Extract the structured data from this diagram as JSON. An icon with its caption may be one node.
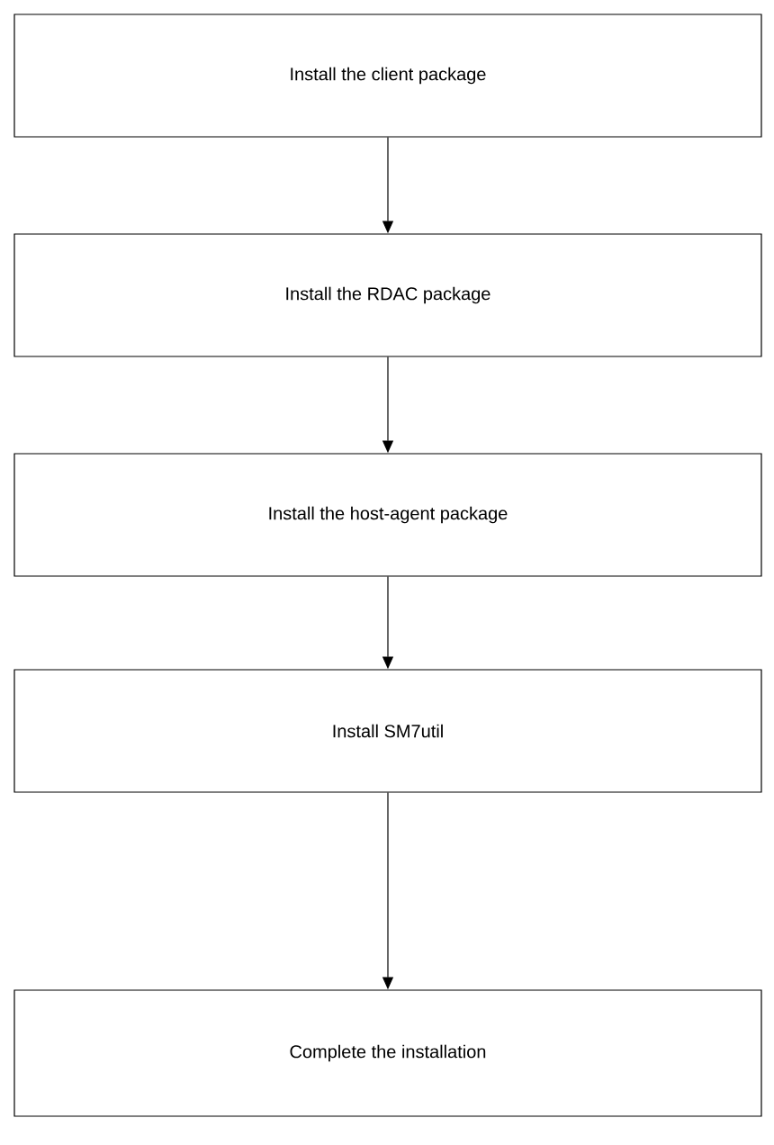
{
  "diagram": {
    "nodes": [
      {
        "text": [
          "Install the client package"
        ]
      },
      {
        "text": [
          "Install the RDAC package"
        ]
      },
      {
        "text": [
          "Install the host-agent package"
        ]
      },
      {
        "text": [
          "Install SM7util"
        ]
      },
      {
        "text": [
          "Complete the installation"
        ]
      }
    ],
    "edges": [
      {
        "from": 0,
        "to": 1,
        "arrow": "to"
      },
      {
        "from": 1,
        "to": 2,
        "arrow": "to"
      },
      {
        "from": 2,
        "to": 3,
        "arrow": "to"
      },
      {
        "from": 3,
        "to": 4,
        "arrow": "to"
      }
    ]
  }
}
